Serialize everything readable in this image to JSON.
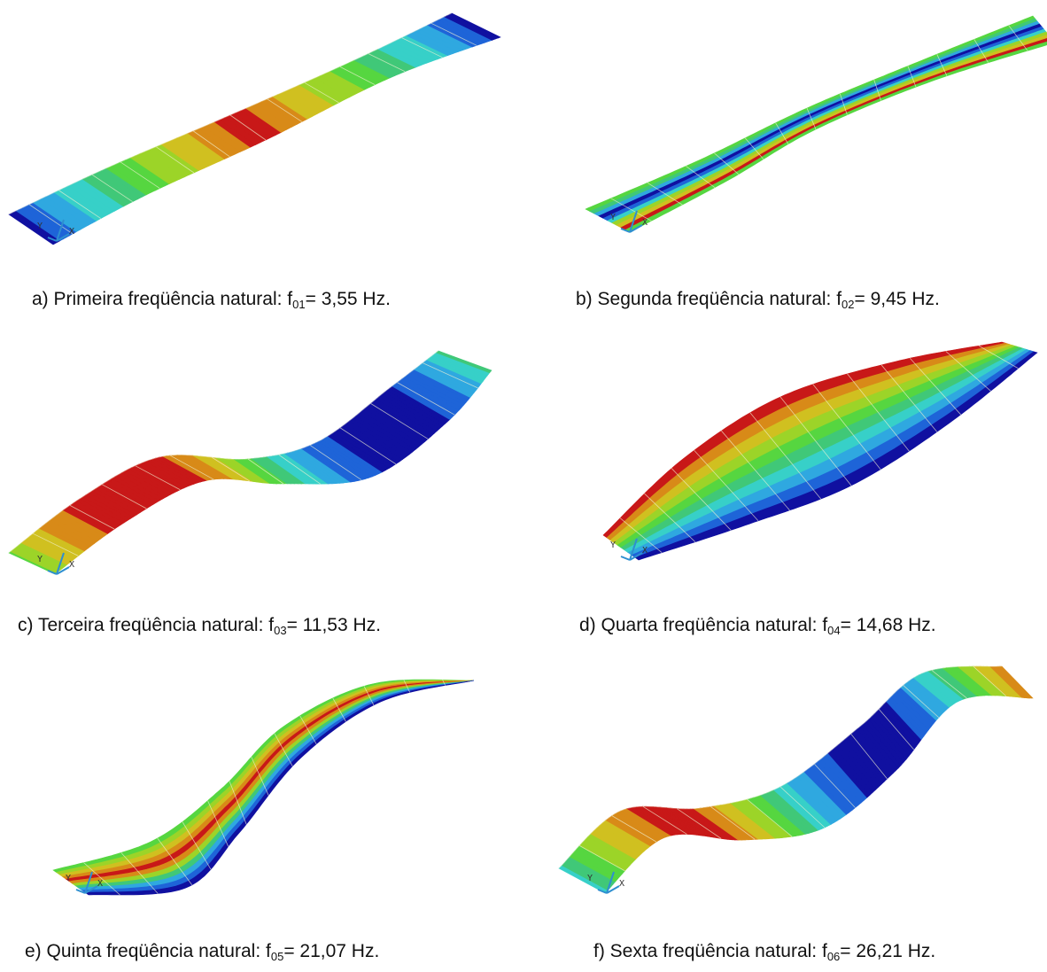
{
  "figures": [
    {
      "id": "a",
      "prefix": "a) Primeira freqüência natural: f",
      "sub": "01",
      "suffix": "= 3,55 Hz.",
      "mode": "first-mode"
    },
    {
      "id": "b",
      "prefix": "b) Segunda freqüência natural: f",
      "sub": "02",
      "suffix": "= 9,45 Hz.",
      "mode": "second-mode"
    },
    {
      "id": "c",
      "prefix": "c) Terceira freqüência natural: f",
      "sub": "03",
      "suffix": "= 11,53 Hz.",
      "mode": "third-mode"
    },
    {
      "id": "d",
      "prefix": "d) Quarta freqüência natural: f",
      "sub": "04",
      "suffix": "= 14,68 Hz.",
      "mode": "fourth-mode"
    },
    {
      "id": "e",
      "prefix": "e) Quinta freqüência natural: f",
      "sub": "05",
      "suffix": "= 21,07 Hz.",
      "mode": "fifth-mode"
    },
    {
      "id": "f",
      "prefix": "f) Sexta freqüência natural: f",
      "sub": "06",
      "suffix": "= 26,21 Hz.",
      "mode": "sixth-mode"
    }
  ],
  "axis_labels": {
    "y": "Y",
    "x": "X"
  },
  "colors": {
    "contour_scale": [
      "#1010a0",
      "#1e64d8",
      "#2fa8e0",
      "#37d0c8",
      "#40c878",
      "#56d640",
      "#9cd428",
      "#d0c020",
      "#d88a18",
      "#c81818"
    ],
    "mesh_line": "#f2f2d2"
  }
}
